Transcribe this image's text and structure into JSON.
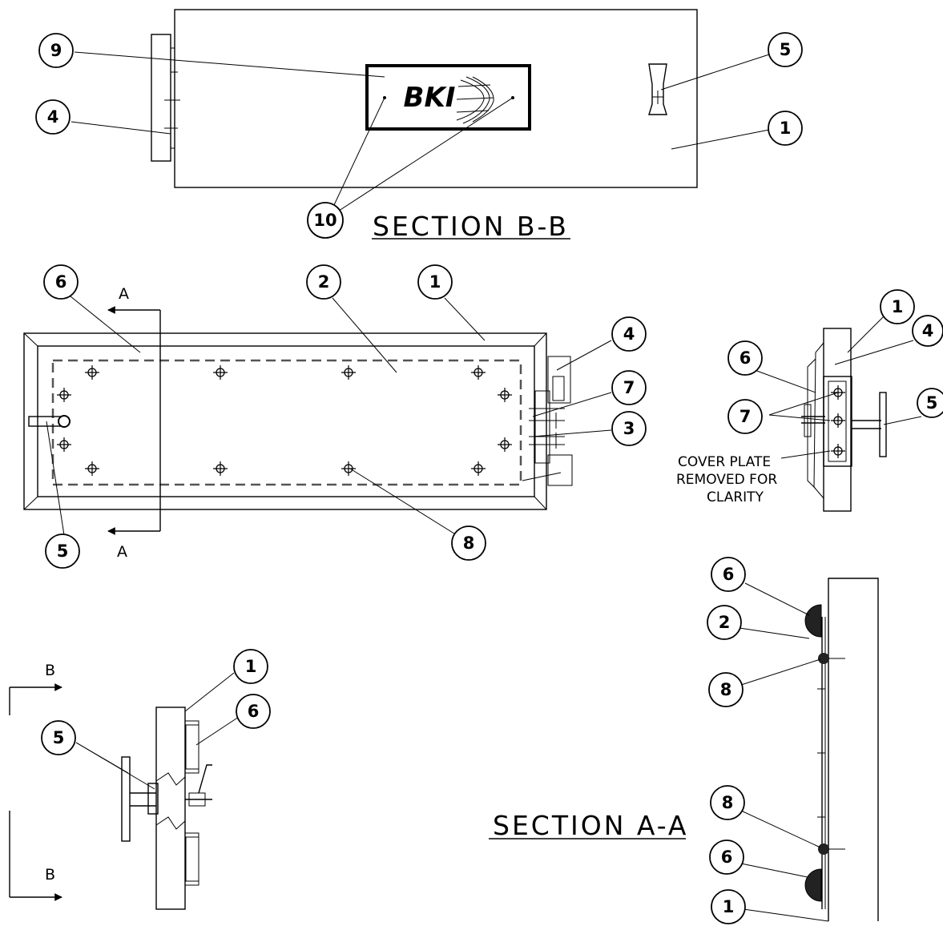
{
  "section_titles": {
    "section_bb": "SECTION B-B",
    "section_aa": "SECTION A-A"
  },
  "logo_text": "BKI",
  "note": {
    "line1": "COVER PLATE",
    "line2": "REMOVED FOR",
    "line3": "CLARITY"
  },
  "cut_labels": {
    "a": "A",
    "b": "B"
  },
  "callouts": {
    "n1": "1",
    "n2": "2",
    "n3": "3",
    "n4": "4",
    "n5": "5",
    "n6": "6",
    "n7": "7",
    "n8": "8",
    "n9": "9",
    "n10": "10"
  }
}
